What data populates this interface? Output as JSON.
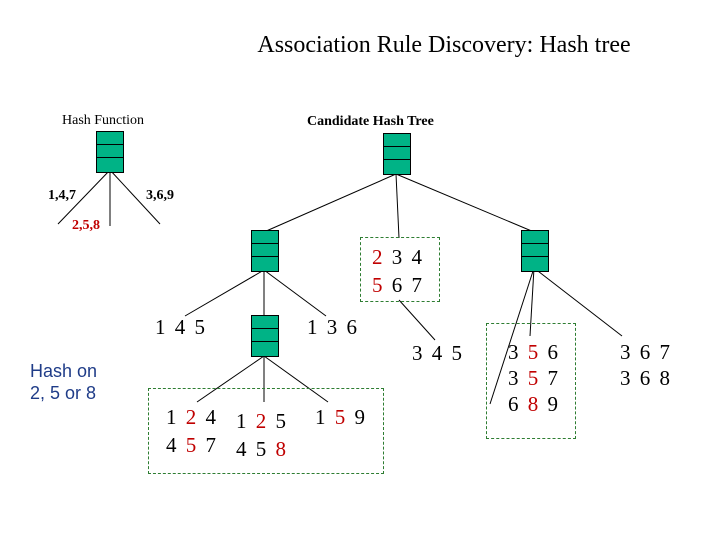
{
  "title": "Association Rule Discovery: Hash tree",
  "hash_function": {
    "label": "Hash Function",
    "branches": [
      "1,4,7",
      "3,6,9",
      "2,5,8"
    ]
  },
  "candidate_tree_label": "Candidate Hash Tree",
  "hash_on_note": [
    "Hash on",
    "2, 5 or 8"
  ],
  "leaves": [
    {
      "lines": [
        [
          "2",
          "3",
          "4"
        ],
        [
          "5",
          "6",
          "7"
        ]
      ],
      "highlight": [
        [
          0
        ],
        [
          0
        ]
      ]
    },
    {
      "lines": [
        [
          "1",
          "4",
          "5"
        ]
      ],
      "highlight": []
    },
    {
      "lines": [
        [
          "1",
          "3",
          "6"
        ]
      ],
      "highlight": []
    },
    {
      "lines": [
        [
          "3",
          "4",
          "5"
        ]
      ],
      "highlight": []
    },
    {
      "lines": [
        [
          "1",
          "2",
          "4"
        ],
        [
          "4",
          "5",
          "7"
        ]
      ],
      "highlight": [
        [
          1
        ],
        [
          1
        ]
      ]
    },
    {
      "lines": [
        [
          "1",
          "2",
          "5"
        ],
        [
          "4",
          "5",
          "8"
        ]
      ],
      "highlight": [
        [
          1
        ],
        [
          2
        ]
      ]
    },
    {
      "lines": [
        [
          "1",
          "5",
          "9"
        ]
      ],
      "highlight": [
        [
          1
        ]
      ]
    },
    {
      "lines": [
        [
          "3",
          "5",
          "6"
        ],
        [
          "3",
          "5",
          "7"
        ],
        [
          "6",
          "8",
          "9"
        ]
      ],
      "highlight": [
        [
          1
        ],
        [
          1
        ],
        [
          1
        ]
      ]
    },
    {
      "lines": [
        [
          "3",
          "6",
          "7"
        ],
        [
          "3",
          "6",
          "8"
        ]
      ],
      "highlight": []
    }
  ],
  "colors": {
    "node_fill": "#00b386",
    "highlight_digit": "#c00000",
    "dashed_box": "#2e7d32",
    "note_text": "#1f3c88"
  }
}
